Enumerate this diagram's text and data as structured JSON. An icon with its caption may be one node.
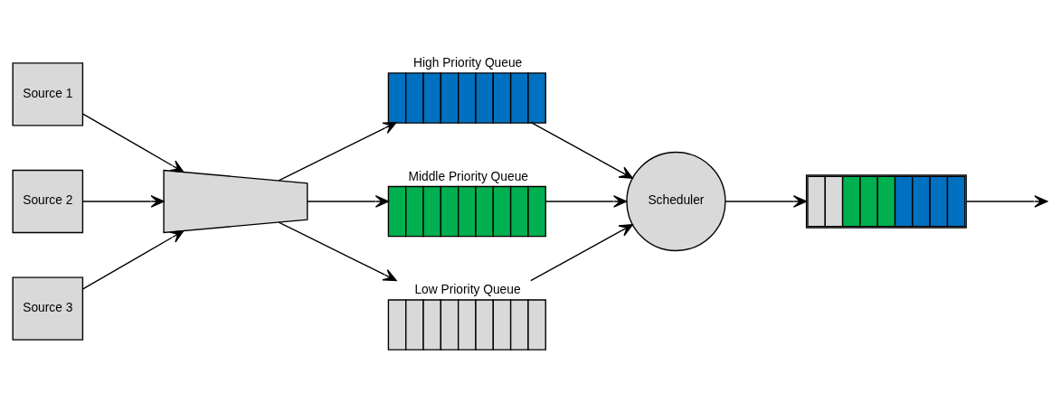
{
  "diagram": {
    "nodes": [
      {
        "text": [
          "Source 1"
        ]
      },
      {
        "text": [
          "Source 2"
        ]
      },
      {
        "text": [
          "Source 3"
        ]
      },
      {
        "text": [],
        "shape": "trapezoid"
      },
      {
        "text": [
          "High Priority Queue"
        ]
      },
      {
        "text": [
          "Middle Priority Queue"
        ]
      },
      {
        "text": [
          "Low Priority Queue"
        ]
      },
      {
        "text": [
          "Scheduler"
        ]
      },
      {
        "text": [],
        "shape": "box"
      }
    ],
    "edges": [
      {
        "from": 0,
        "to": 3,
        "arrow": "to"
      },
      {
        "from": 1,
        "to": 3,
        "arrow": "to"
      },
      {
        "from": 2,
        "to": 3,
        "arrow": "to"
      },
      {
        "from": 3,
        "to": 4,
        "arrow": "to"
      },
      {
        "from": 3,
        "to": 5,
        "arrow": "to"
      },
      {
        "from": 3,
        "to": 6,
        "arrow": "to"
      },
      {
        "from": 4,
        "to": 7,
        "arrow": "to"
      },
      {
        "from": 5,
        "to": 7,
        "arrow": "to"
      },
      {
        "from": 6,
        "to": 7,
        "arrow": "to"
      },
      {
        "from": 7,
        "to": 8,
        "arrow": "to"
      },
      {
        "from": 8,
        "to": null,
        "arrow": "to"
      }
    ]
  }
}
